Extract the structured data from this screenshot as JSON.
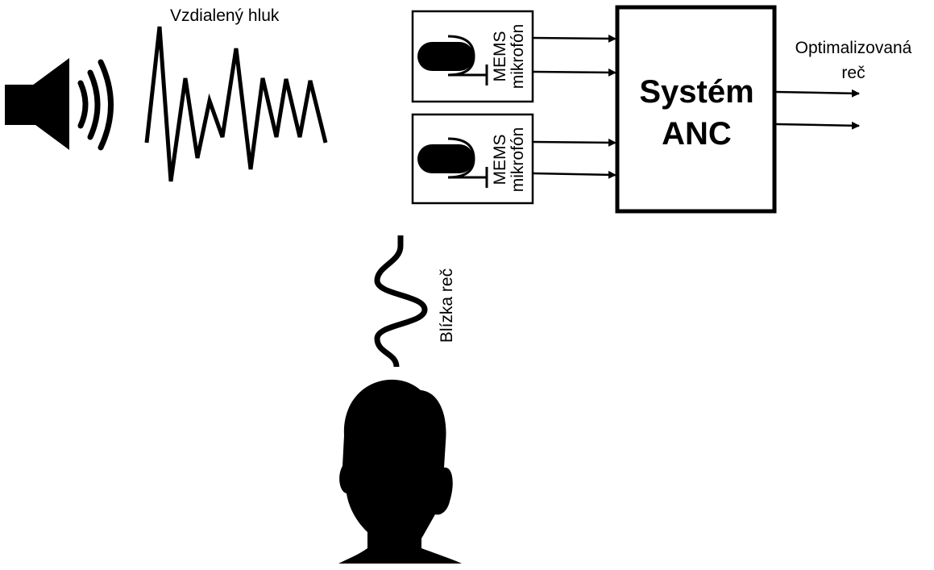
{
  "labels": {
    "noise": "Vzdialený hluk",
    "output_line1": "Optimalizovaná",
    "output_line2": "reč",
    "anc_line1": "Systém",
    "anc_line2": "ANC",
    "mic_line1": "MEMS",
    "mic_line2": "mikrofón",
    "near_speech": "Blízka reč"
  },
  "icons": {
    "speaker": "speaker-icon",
    "noise_wave": "noise-wave-icon",
    "microphone": "microphone-icon",
    "speech_wave": "speech-wave-icon",
    "head": "head-silhouette-icon"
  },
  "colors": {
    "stroke": "#000000",
    "background": "#ffffff"
  }
}
